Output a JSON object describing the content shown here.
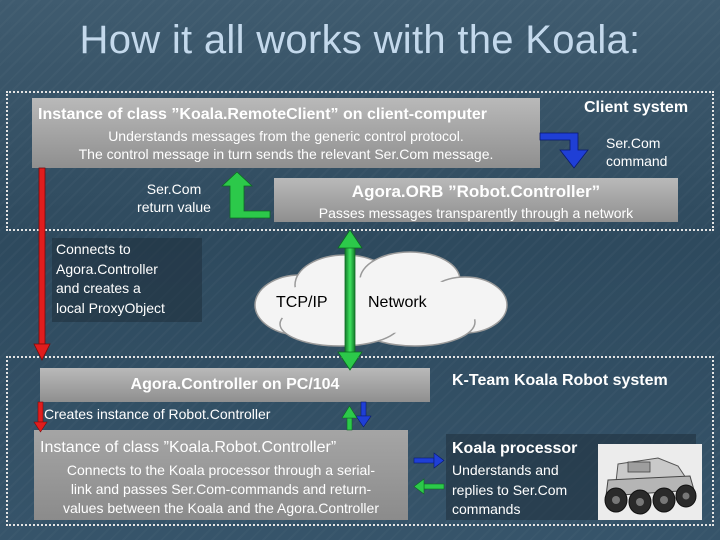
{
  "title": "How it all works with the Koala:",
  "client": {
    "system_label": "Client system",
    "remote_title": "Instance of class ”Koala.RemoteClient” on client-computer",
    "remote_desc_1": "Understands messages from the generic control protocol.",
    "remote_desc_2": "The control message in turn sends the relevant Ser.Com message.",
    "sercom_command_1": "Ser.Com",
    "sercom_command_2": "command",
    "return_value_1": "Ser.Com",
    "return_value_2": "return value",
    "orb_title": "Agora.ORB ”Robot.Controller”",
    "orb_desc": "Passes messages transparently through a network",
    "connects_lines": [
      "Connects to",
      "Agora.Controller",
      "and creates a",
      "local ProxyObject"
    ]
  },
  "network": {
    "tcpip": "TCP/IP",
    "label": "Network"
  },
  "robot": {
    "system_label": "K-Team Koala Robot system",
    "controller_title": "Agora.Controller on PC/104",
    "creates_instance": "Creates instance of Robot.Controller",
    "robot_ctrl_title": "Instance of class ”Koala.Robot.Controller”",
    "robot_ctrl_desc_1": "Connects to the Koala processor through a serial-",
    "robot_ctrl_desc_2": "link and passes Ser.Com-commands and return-",
    "robot_ctrl_desc_3": "values between the Koala and the Agora.Controller",
    "processor_title": "Koala processor",
    "processor_desc_1": "Understands and",
    "processor_desc_2": "replies to Ser.Com",
    "processor_desc_3": "commands"
  },
  "colors": {
    "green": "#2cc94a",
    "blue": "#1f3fd6",
    "red": "#e11d1d",
    "title": "#c4d9ec"
  }
}
